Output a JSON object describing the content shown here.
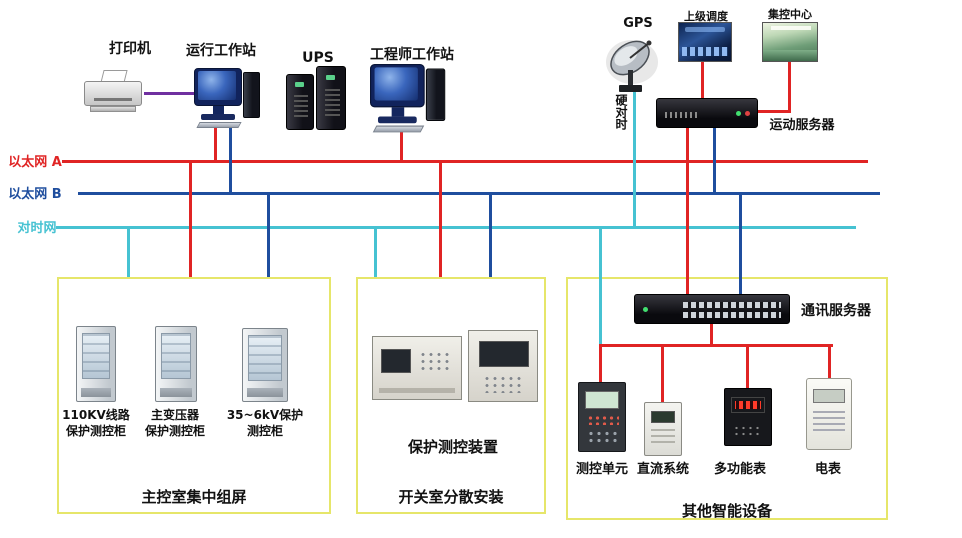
{
  "colors": {
    "ethernet_a": "#e02424",
    "ethernet_b": "#1f4e9e",
    "time_net": "#46c2d2",
    "printer_link": "#7030a0",
    "box_border": "#e6e66a"
  },
  "buses": {
    "ethernet_a_label": "以太网 A",
    "ethernet_b_label": "以太网 B",
    "time_net_label": "对时网"
  },
  "top": {
    "printer": "打印机",
    "operator_ws": "运行工作站",
    "ups": "UPS",
    "engineer_ws": "工程师工作站",
    "gps": "GPS",
    "hard_time_sync": "硬对时",
    "upper_dispatch": "上级调度",
    "central_control": "集控中心",
    "telemetry_server": "运动服务器"
  },
  "panel_room": {
    "caption": "主控室集中组屏",
    "cabinet_labels": [
      "110KV线路\n保护测控柜",
      "主变压器\n保护测控柜",
      "35~6kV保护\n测控柜"
    ]
  },
  "switch_room": {
    "caption": "开关室分散安装",
    "device_label": "保护测控装置"
  },
  "smart_devices": {
    "caption": "其他智能设备",
    "comm_server": "通讯服务器",
    "device_labels": [
      "测控单元",
      "直流系统",
      "多功能表",
      "电表"
    ]
  }
}
